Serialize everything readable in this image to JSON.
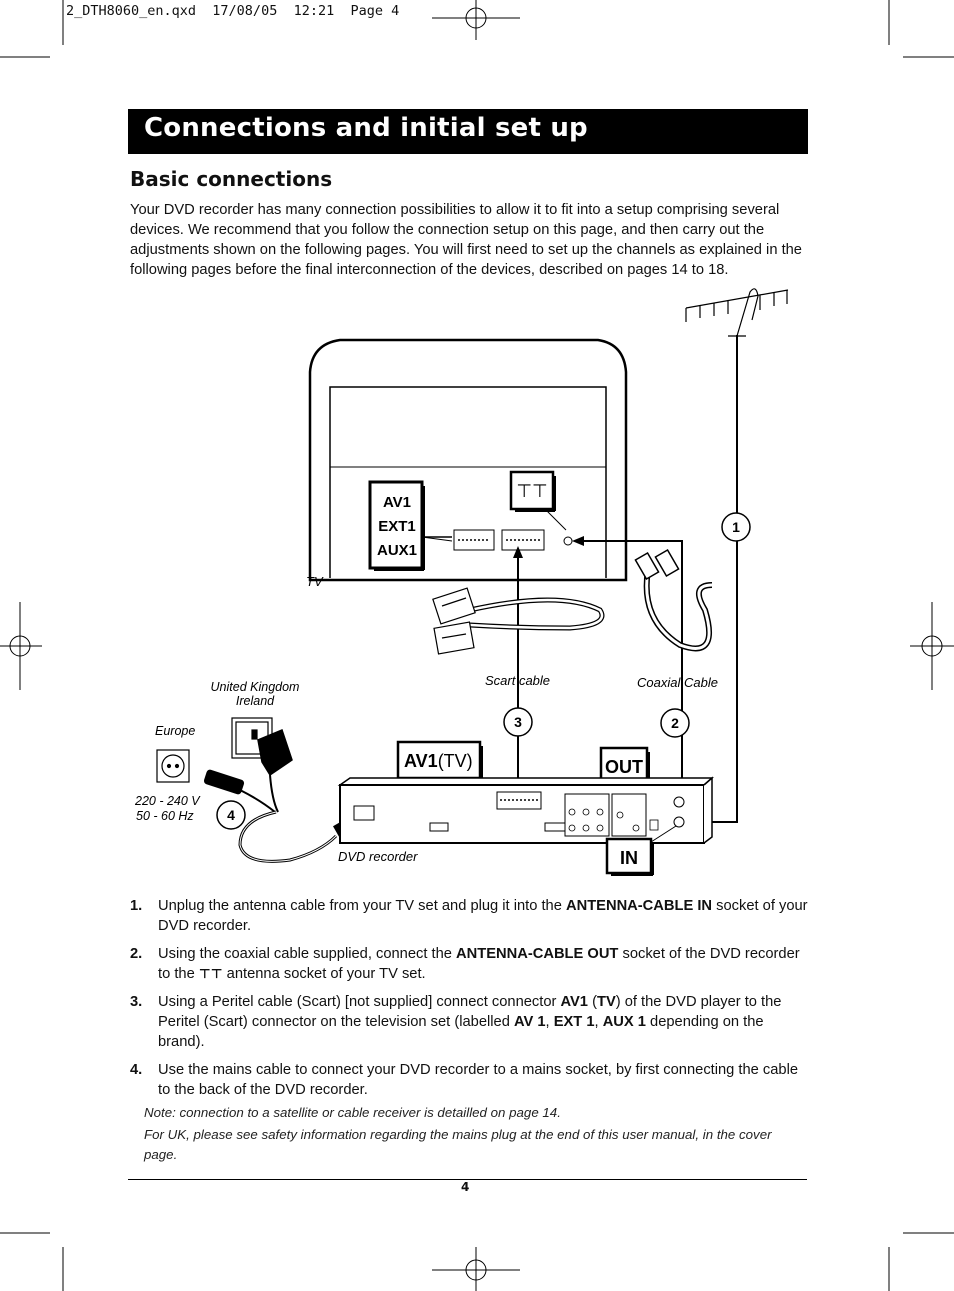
{
  "slug": "2_DTH8060_en.qxd  17/08/05  12:21  Page 4",
  "banner_title": "Connections and initial set up",
  "section_title": "Basic connections",
  "intro": "Your DVD recorder has many connection possibilities to allow it to fit into a setup comprising several devices. We recommend that you follow the connection setup on this page, and then carry out the adjustments shown on the following pages. You will first need to set up the channels as explained in the following pages before the final interconnection of the devices, described on pages 14 to 18.",
  "diagram": {
    "tv_box": [
      "AV1",
      "EXT1",
      "AUX1"
    ],
    "tv_label": "TV",
    "antenna_symbol": "⊤⊤",
    "callouts": [
      "1",
      "2",
      "3",
      "4"
    ],
    "scart_cable": "Scart cable",
    "coaxial_cable": "Coaxial Cable",
    "uk_label_1": "United Kingdom",
    "uk_label_2": "Ireland",
    "europe": "Europe",
    "voltage": "220 - 240 V",
    "frequency": "50 - 60 Hz",
    "av1_bold": "AV1",
    "av1_paren": "(TV)",
    "out": "OUT",
    "in": "IN",
    "dvd_recorder": "DVD recorder"
  },
  "steps": [
    {
      "num": "1.",
      "pre": "Unplug the antenna cable from your TV set and plug it into the ",
      "b1": "ANTENNA-CABLE IN",
      "post": " socket of your DVD recorder."
    },
    {
      "num": "2.",
      "pre": "Using the coaxial cable supplied, connect the ",
      "b1": "ANTENNA-CABLE OUT",
      "mid": " socket of the DVD recorder to the ",
      "glyph": "⊤⊤",
      "post": " antenna socket of your TV set."
    },
    {
      "num": "3.",
      "pre": "Using a Peritel cable (Scart) [not supplied] connect connector ",
      "b1": "AV1",
      "mid1": " (",
      "b2": "TV",
      "mid2": ") of the DVD player to the Peritel (Scart) connector on the television set (labelled ",
      "b3": "AV 1",
      "sep1": ", ",
      "b4": "EXT 1",
      "sep2": ", ",
      "b5": "AUX 1",
      "post": " depending on the brand)."
    },
    {
      "num": "4.",
      "pre": "Use the mains cable to connect your DVD recorder to a mains socket, by first connecting the cable to the back of the DVD recorder."
    }
  ],
  "notes": [
    "Note: connection to a satellite or cable receiver is detailled on page 14.",
    "For UK, please see safety information regarding the mains plug at the end of this user manual, in the cover page."
  ],
  "page_number": "4"
}
